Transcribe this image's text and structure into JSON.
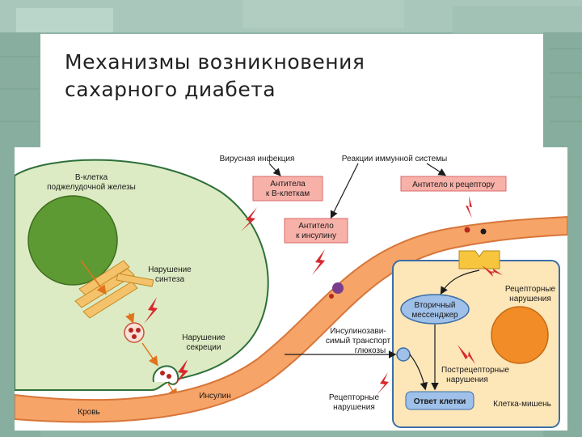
{
  "title": {
    "line1": "Механизмы возникновения",
    "line2": "сахарного диабета"
  },
  "diagram": {
    "b_cell": {
      "line1": "В-клетка",
      "line2": "поджелудочной железы"
    },
    "viral_infection": "Вирусная инфекция",
    "immune_reactions": "Реакции иммунной системы",
    "antibodies_b_cells": {
      "line1": "Антитела",
      "line2": "к В-клеткам"
    },
    "antibody_receptor": "Антитело к рецептору",
    "antibody_insulin": {
      "line1": "Антитело",
      "line2": "к инсулину"
    },
    "synthesis_disorder": {
      "line1": "Нарушение",
      "line2": "синтеза"
    },
    "secretion_disorder": {
      "line1": "Нарушение",
      "line2": "секреции"
    },
    "receptor_disorders": {
      "line1": "Рецепторные",
      "line2": "нарушения"
    },
    "second_messenger": {
      "line1": "Вторичный",
      "line2": "мессенджер"
    },
    "insulin_independent": {
      "line1": "Инсулинозави-",
      "line2": "симый транспорт",
      "line3": "глюкозы"
    },
    "postreceptor_disorders": {
      "line1": "Пострецепторные",
      "line2": "нарушения"
    },
    "insulin": "Инсулин",
    "blood": "Кровь",
    "receptor_disorders_2": {
      "line1": "Рецепторные",
      "line2": "нарушения"
    },
    "cell_response": "Ответ клетки",
    "target_cell": "Клетка-мишень"
  },
  "colors": {
    "b_cell_fill": "#dcebc3",
    "nucleus": "#5d9a33",
    "blood_vessel": "#f6a468",
    "target_cell_fill": "#fde6b8",
    "antibody_box": "#f7b1a9",
    "messenger": "#9fc0e8",
    "lightning": "#d8282e"
  }
}
